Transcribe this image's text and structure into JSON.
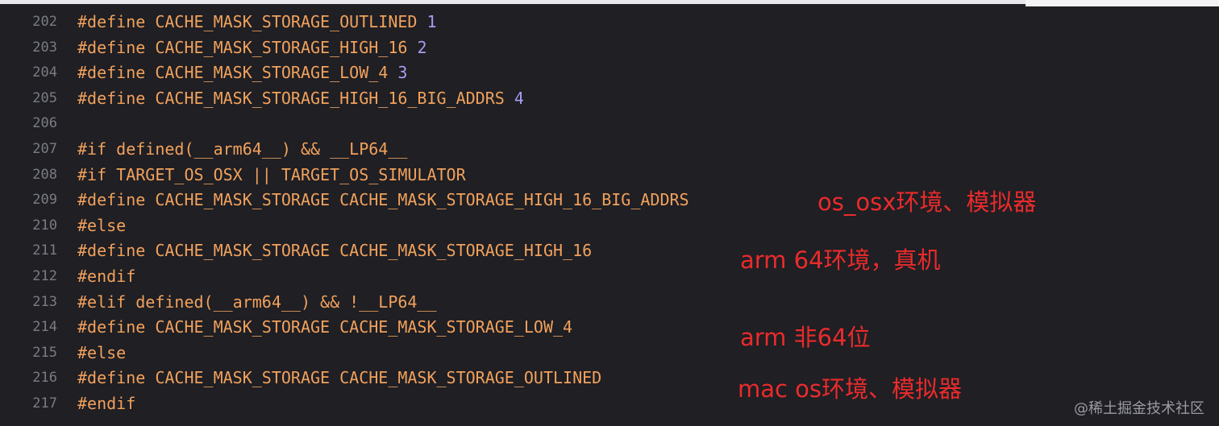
{
  "lines": [
    {
      "num": "202",
      "parts": [
        {
          "t": "#define CACHE_MASK_STORAGE_OUTLINED ",
          "c": "pre"
        },
        {
          "t": "1",
          "c": "num"
        }
      ]
    },
    {
      "num": "203",
      "parts": [
        {
          "t": "#define CACHE_MASK_STORAGE_HIGH_16 ",
          "c": "pre"
        },
        {
          "t": "2",
          "c": "num"
        }
      ]
    },
    {
      "num": "204",
      "parts": [
        {
          "t": "#define CACHE_MASK_STORAGE_LOW_4 ",
          "c": "pre"
        },
        {
          "t": "3",
          "c": "num"
        }
      ]
    },
    {
      "num": "205",
      "parts": [
        {
          "t": "#define CACHE_MASK_STORAGE_HIGH_16_BIG_ADDRS ",
          "c": "pre"
        },
        {
          "t": "4",
          "c": "num"
        }
      ]
    },
    {
      "num": "206",
      "parts": []
    },
    {
      "num": "207",
      "parts": [
        {
          "t": "#if defined(__arm64__) && __LP64__",
          "c": "pre"
        }
      ]
    },
    {
      "num": "208",
      "parts": [
        {
          "t": "#if TARGET_OS_OSX || TARGET_OS_SIMULATOR",
          "c": "pre"
        }
      ]
    },
    {
      "num": "209",
      "parts": [
        {
          "t": "#define CACHE_MASK_STORAGE CACHE_MASK_STORAGE_HIGH_16_BIG_ADDRS",
          "c": "pre"
        }
      ]
    },
    {
      "num": "210",
      "parts": [
        {
          "t": "#else",
          "c": "pre"
        }
      ]
    },
    {
      "num": "211",
      "parts": [
        {
          "t": "#define CACHE_MASK_STORAGE CACHE_MASK_STORAGE_HIGH_16",
          "c": "pre"
        }
      ]
    },
    {
      "num": "212",
      "parts": [
        {
          "t": "#endif",
          "c": "pre"
        }
      ]
    },
    {
      "num": "213",
      "parts": [
        {
          "t": "#elif defined(__arm64__) && !__LP64__",
          "c": "pre"
        }
      ]
    },
    {
      "num": "214",
      "parts": [
        {
          "t": "#define CACHE_MASK_STORAGE CACHE_MASK_STORAGE_LOW_4",
          "c": "pre"
        }
      ]
    },
    {
      "num": "215",
      "parts": [
        {
          "t": "#else",
          "c": "pre"
        }
      ]
    },
    {
      "num": "216",
      "parts": [
        {
          "t": "#define CACHE_MASK_STORAGE CACHE_MASK_STORAGE_OUTLINED",
          "c": "pre"
        }
      ]
    },
    {
      "num": "217",
      "parts": [
        {
          "t": "#endif",
          "c": "pre"
        }
      ]
    }
  ],
  "annotations": {
    "osx_sim": "os_osx环境、模拟器",
    "arm64_device": "arm 64环境，真机",
    "arm_non64": "arm 非64位",
    "macos_sim": "mac os环境、模拟器"
  },
  "watermark": "@稀土掘金技术社区",
  "colors": {
    "background": "#1f1f24",
    "line_number": "#7a7c84",
    "preprocessor": "#f1a15c",
    "number_literal": "#a59cf0",
    "annotation": "#ea2b2b"
  }
}
